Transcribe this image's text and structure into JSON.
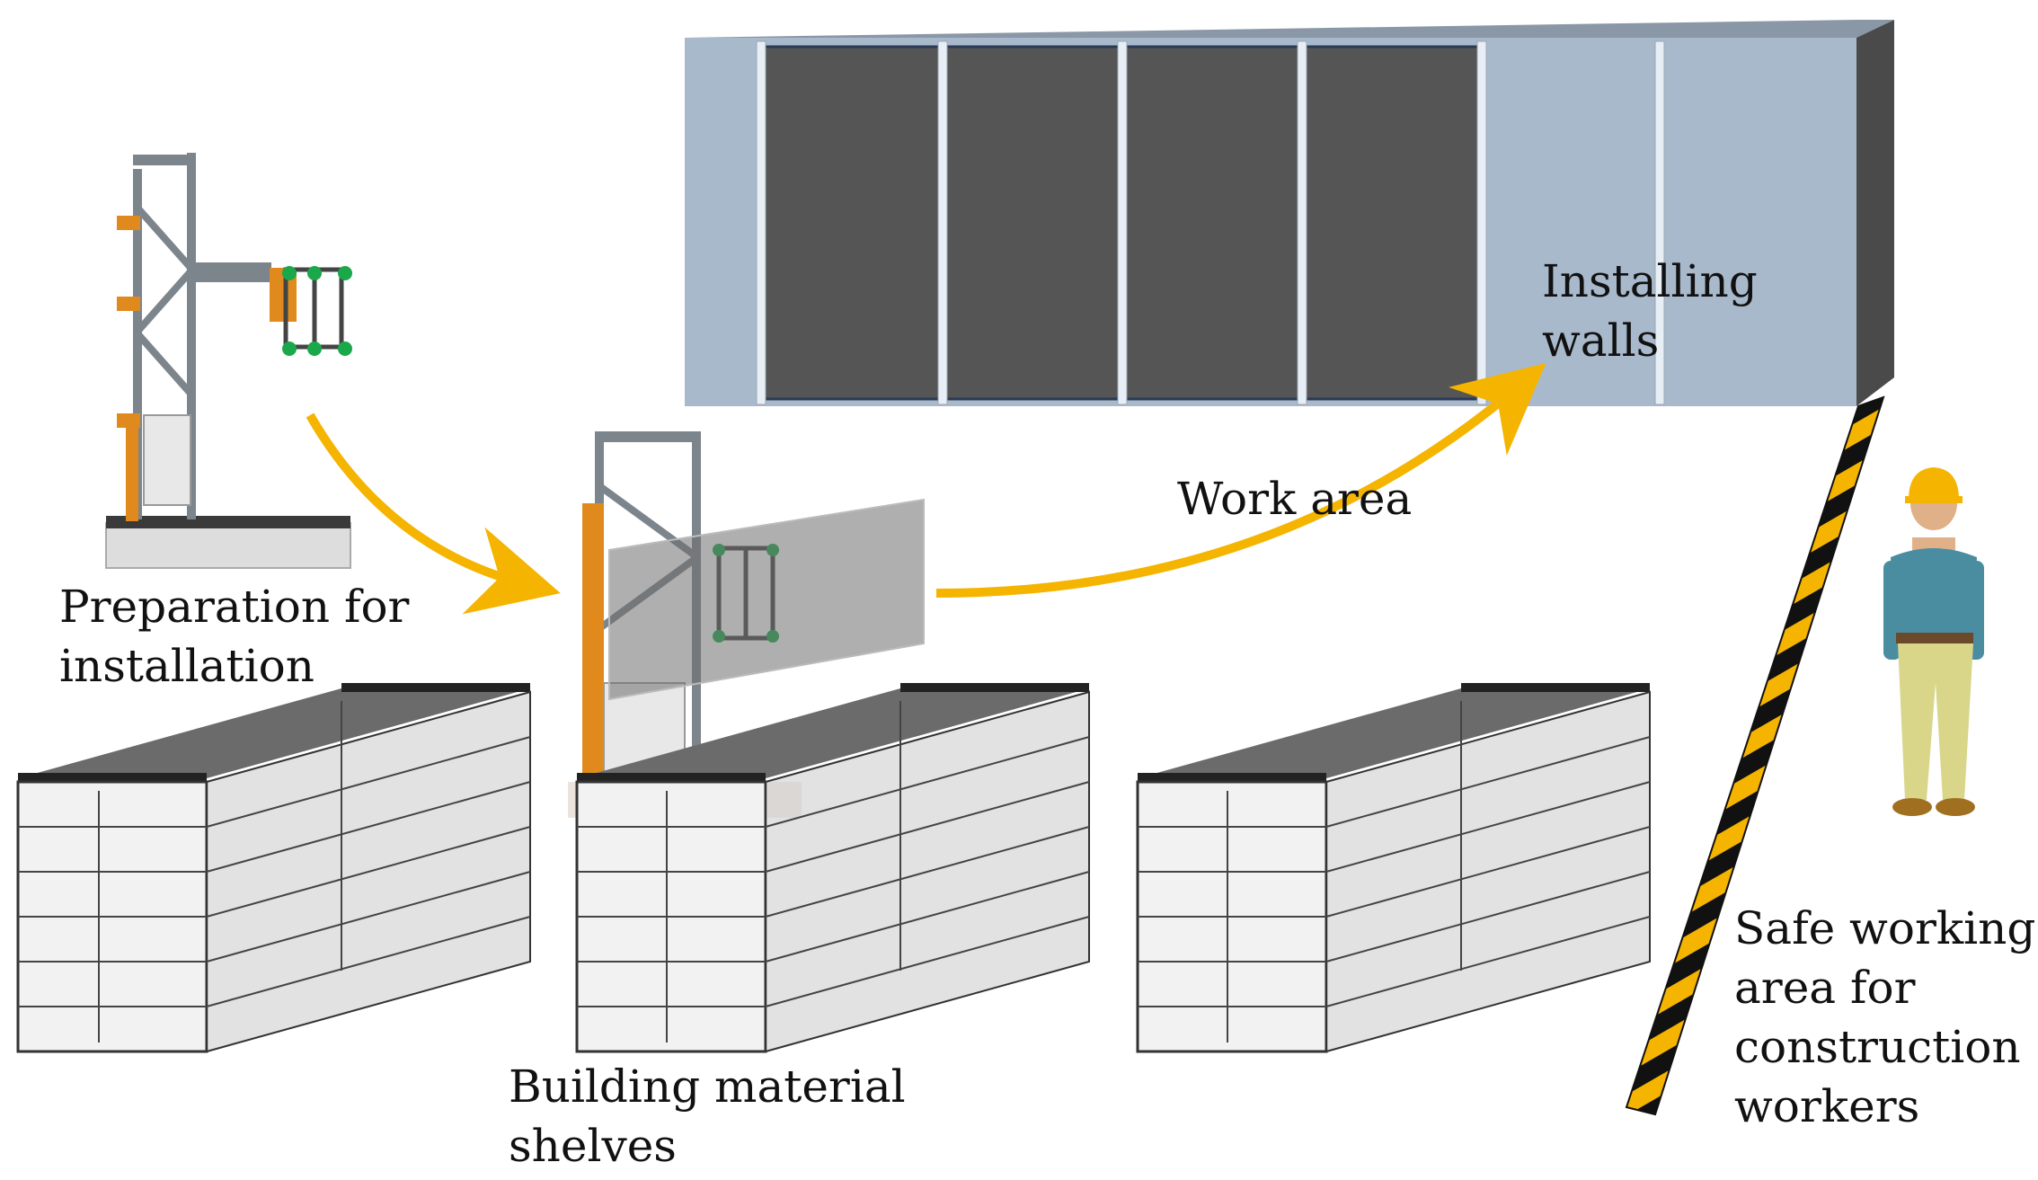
{
  "labels": {
    "preparation": [
      "Preparation for",
      "installation"
    ],
    "installing": [
      "Installing",
      "walls"
    ],
    "work_area": "Work area",
    "shelves": [
      "Building material",
      "shelves"
    ],
    "safe_area": [
      "Safe working",
      "area for",
      "construction",
      "workers"
    ]
  },
  "colors": {
    "wall_face": "#a9b9cc",
    "wall_side": "#4a4a4a",
    "panel": "#555555",
    "arrow": "#f5b400",
    "barrier_yellow": "#f5b400",
    "barrier_black": "#111111",
    "frame_steel": "#7d858c",
    "frame_orange": "#e08a1e"
  }
}
